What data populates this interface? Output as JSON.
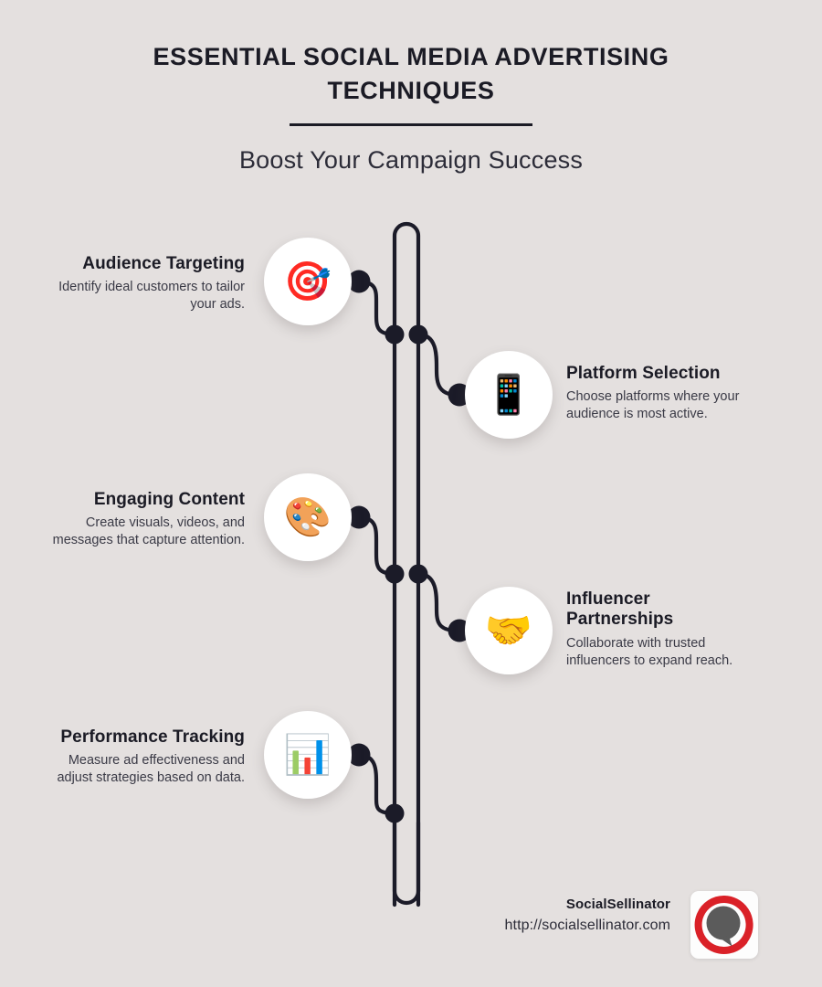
{
  "header": {
    "title": "Essential Social Media Advertising Techniques",
    "subtitle": "Boost Your Campaign Success"
  },
  "steps": [
    {
      "title": "Audience Targeting",
      "desc": "Identify ideal customers to tailor your ads.",
      "icon": "dart-target-icon",
      "glyph": "🎯",
      "side": "left"
    },
    {
      "title": "Platform Selection",
      "desc": "Choose platforms where your audience is most active.",
      "icon": "mobile-phone-icon",
      "glyph": "📱",
      "side": "right"
    },
    {
      "title": "Engaging Content",
      "desc": "Create visuals, videos, and messages that capture attention.",
      "icon": "artist-palette-icon",
      "glyph": "🎨",
      "side": "left"
    },
    {
      "title": "Influencer Partnerships",
      "desc": "Collaborate with trusted influencers to expand reach.",
      "icon": "handshake-icon",
      "glyph": "🤝",
      "side": "right"
    },
    {
      "title": "Performance Tracking",
      "desc": "Measure ad effectiveness and adjust strategies based on data.",
      "icon": "bar-chart-icon",
      "glyph": "📊",
      "side": "left"
    }
  ],
  "footer": {
    "brand_name": "SocialSellinator",
    "url": "http://socialsellinator.com",
    "logo_icon": "socialsellinator-speech-bubble-logo"
  },
  "colors": {
    "background": "#e4e0df",
    "ink": "#1b1b25",
    "body_text": "#3a3a46",
    "connector": "#1b1b28",
    "logo_red": "#da2128",
    "logo_grey": "#5b5b5b",
    "card": "#ffffff"
  }
}
